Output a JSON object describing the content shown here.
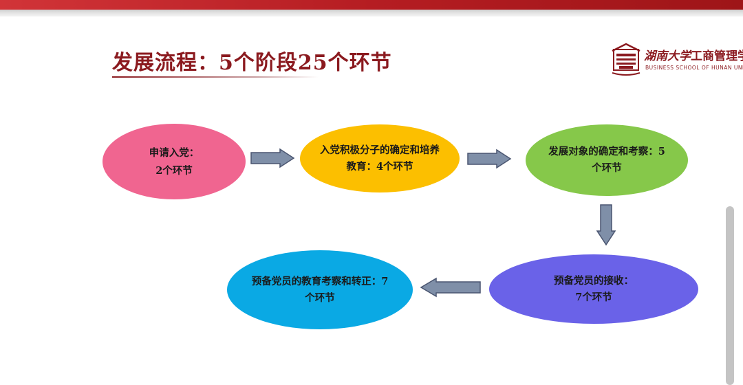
{
  "slide": {
    "title": "发展流程：5个阶段25个环节"
  },
  "logo": {
    "name_script": "湖南大学",
    "name_plain": "工商管理学",
    "subtitle": "BUSINESS SCHOOL OF HUNAN UNIVERSITY"
  },
  "flow": {
    "nodes": [
      {
        "id": "n1",
        "line1": "申请入党：",
        "line2": "2个环节",
        "color": "#f06590"
      },
      {
        "id": "n2",
        "line1": "入党积极分子的确定和培养",
        "line2": "教育：4个环节",
        "color": "#fcbf00"
      },
      {
        "id": "n3",
        "line1": "发展对象的确定和考察：5",
        "line2": "个环节",
        "color": "#86c84a"
      },
      {
        "id": "n4",
        "line1": "预备党员的接收：",
        "line2": "7个环节",
        "color": "#6a62e8"
      },
      {
        "id": "n5",
        "line1": "预备党员的教育考察和转正：7",
        "line2": "个环节",
        "color": "#0aa9e4"
      }
    ],
    "arrow_color": "#7f8fa8"
  }
}
